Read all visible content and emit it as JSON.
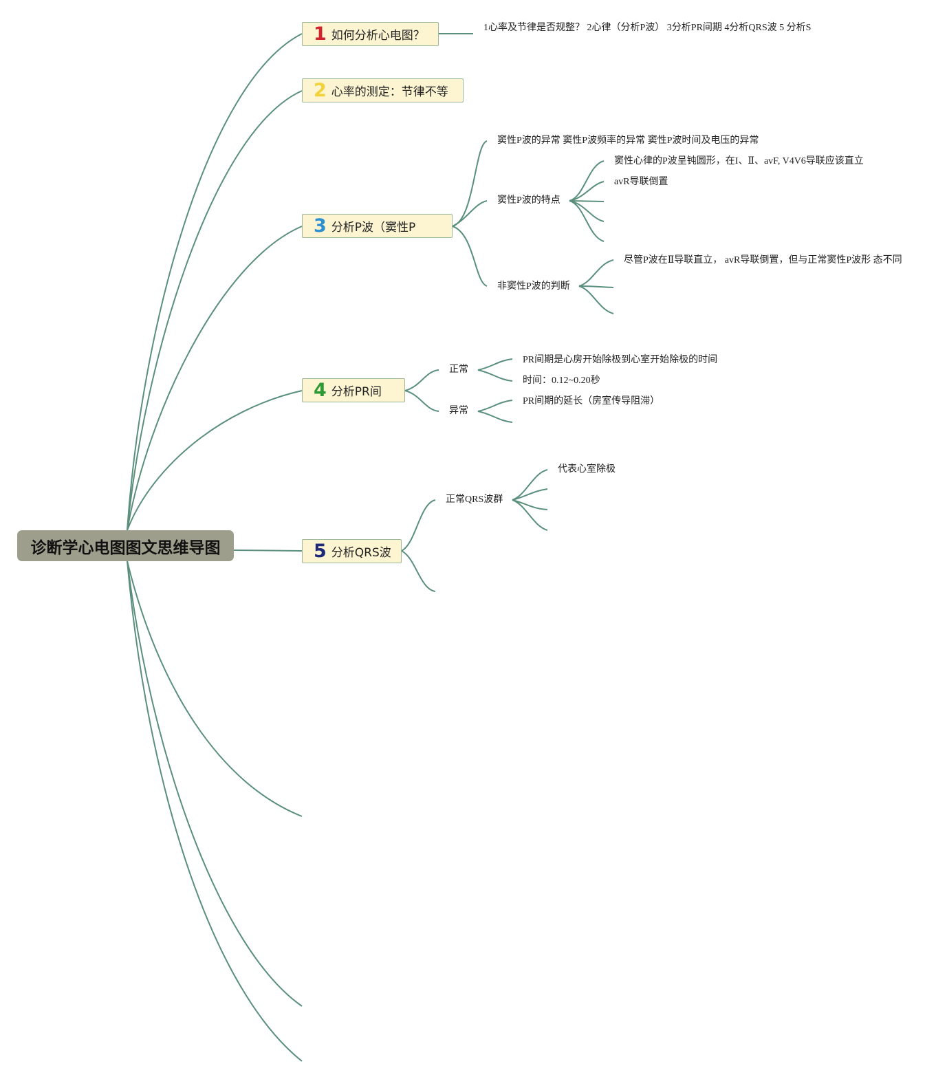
{
  "root": {
    "title": "诊断学心电图图文思维导图"
  },
  "topics": [
    {
      "num": "1",
      "label": "如何分析心电图？",
      "color": "#d0252f"
    },
    {
      "num": "2",
      "label": "心率的测定：节律不等",
      "color": "#f2d23a"
    },
    {
      "num": "3",
      "label": "分析P波（窦性P",
      "color": "#2b8fd0"
    },
    {
      "num": "4",
      "label": "分析PR间",
      "color": "#2e9a36"
    },
    {
      "num": "5",
      "label": "分析QRS波",
      "color": "#1e2a78"
    }
  ],
  "topic1": {
    "summary": "1心率及节律是否规整？    2心律（分析P波）     3分析PR间期     4分析QRS波     5 分析S"
  },
  "topic3": {
    "abnormal": "窦性P波的异常     窦性P波频率的异常     窦性P波时间及电压的异常",
    "features": {
      "label": "窦性P波的特点",
      "items": [
        "窦性心律的P波呈钝圆形，在I、Ⅱ、avF, V4V6导联应该直立",
        "avR导联倒置"
      ]
    },
    "non_sinus": {
      "label": "非窦性P波的判断",
      "items": [
        "尽管P波在Ⅱ导联直立， avR导联倒置，但与正常窦性P波形 态不同"
      ]
    }
  },
  "topic4": {
    "normal": {
      "label": "正常",
      "items": [
        "PR间期是心房开始除极到心室开始除极的时间",
        "时间：0.12~0.20秒"
      ]
    },
    "abnormal": {
      "label": "异常",
      "items": [
        "PR间期的延长（房室传导阻滞）"
      ]
    }
  },
  "topic5": {
    "normal": {
      "label": "正常QRS波群",
      "items": [
        "代表心室除极"
      ]
    }
  },
  "style": {
    "link_color": "#5a8f7b",
    "root_bg": "#9e9e8c",
    "topic_bg": "#fdf5d2"
  }
}
